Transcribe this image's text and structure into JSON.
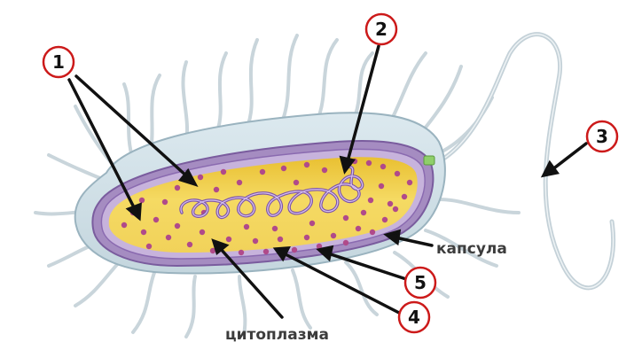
{
  "diagram": {
    "markers": [
      {
        "id": "1",
        "text": "1"
      },
      {
        "id": "2",
        "text": "2"
      },
      {
        "id": "3",
        "text": "3"
      },
      {
        "id": "4",
        "text": "4"
      },
      {
        "id": "5",
        "text": "5"
      }
    ],
    "labels": {
      "capsule": "капсула",
      "cytoplasm": "цитоплазма"
    },
    "colors": {
      "capsule": "#d3e3ea",
      "capsule_edge": "#9ab3bf",
      "membrane": "#9a7cb8",
      "cytoplasm": "#f2d65a",
      "ribosome": "#b04a8a",
      "dna": "#8e63b5",
      "marker_ring": "#cc1a1a",
      "flagella": "#c8d4da"
    }
  }
}
